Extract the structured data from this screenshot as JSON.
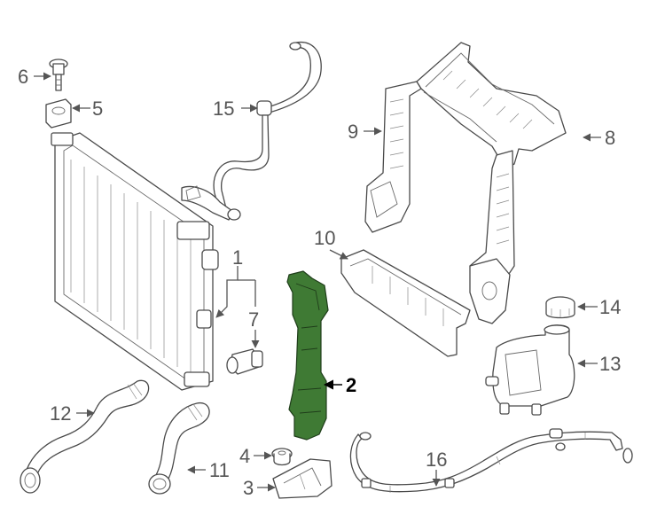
{
  "callouts": {
    "c1": "1",
    "c2": "2",
    "c3": "3",
    "c4": "4",
    "c5": "5",
    "c6": "6",
    "c7": "7",
    "c8": "8",
    "c9": "9",
    "c10": "10",
    "c11": "11",
    "c12": "12",
    "c13": "13",
    "c14": "14",
    "c15": "15",
    "c16": "16"
  },
  "colors": {
    "highlight": "#3f7a34",
    "line": "#4a4a4a"
  }
}
